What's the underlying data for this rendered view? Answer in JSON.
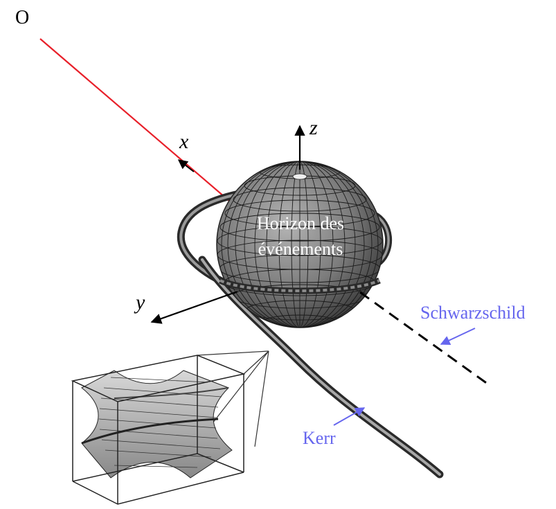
{
  "labels": {
    "origin": "O",
    "x_axis": "x",
    "y_axis": "y",
    "z_axis": "z",
    "horizon_line1": "Horizon des",
    "horizon_line2": "événements",
    "schwarzschild": "Schwarzschild",
    "kerr": "Kerr"
  },
  "colors": {
    "observer_ray": "#e8202a",
    "callout": "#6666ee",
    "sphere_fill": "#777777",
    "grid": "#1a1a1a",
    "tube": "#555555"
  }
}
